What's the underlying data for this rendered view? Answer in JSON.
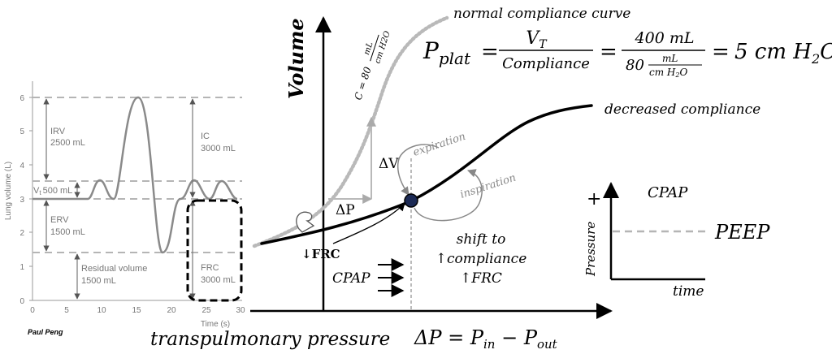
{
  "lung_volumes": {
    "y_axis_label": "Lung volume (L)",
    "x_axis_label": "Time (s)",
    "y_ticks": [
      "0",
      "1",
      "2",
      "3",
      "4",
      "5",
      "6"
    ],
    "x_ticks": [
      "0",
      "5",
      "10",
      "15",
      "20",
      "25",
      "30"
    ],
    "irv": {
      "name": "IRV",
      "value": "2500 mL"
    },
    "vt": {
      "name": "V",
      "sub": "t",
      "value": "500 mL"
    },
    "erv": {
      "name": "ERV",
      "value": "1500 mL"
    },
    "residual": {
      "name": "Residual volume",
      "value": "1500 mL"
    },
    "ic": {
      "name": "IC",
      "value": "3000 mL"
    },
    "frc": {
      "name": "FRC",
      "value": "3000 mL"
    },
    "author": "Paul Peng"
  },
  "compliance": {
    "y_axis_label": "Volume",
    "x_axis_label": "transpulmonary pressure",
    "normal_label": "normal compliance curve",
    "decreased_label": "decreased compliance",
    "slope_label": "C = 80",
    "slope_num": "mL",
    "slope_den": "cm H2O",
    "delta_v": "ΔV",
    "delta_p": "ΔP",
    "expiration": "expiration",
    "inspiration": "inspiration",
    "frc_down": "↓FRC",
    "shift_line1": "shift to",
    "shift_line2": "↑compliance",
    "shift_line3": "↑FRC",
    "cpap_arrows": "CPAP",
    "formula_lhs": "P",
    "formula_lhs_sub": "plat",
    "vt_num": "V",
    "vt_num_sub": "T",
    "compliance_den": "Compliance",
    "val_num": "400 mL",
    "val_den_80": "80",
    "val_den_unit_num": "mL",
    "val_den_unit_den": "cm H",
    "val_den_unit_den_sub": "2",
    "val_den_unit_den_tail": "O",
    "result": "5 cm H",
    "result_sub": "2",
    "result_tail": "O",
    "equals": "=",
    "delta_p_eq_lhs": "ΔP = P",
    "delta_p_eq_in": "in",
    "delta_p_eq_mid": " − P",
    "delta_p_eq_out": "out"
  },
  "cpap_inset": {
    "title": "CPAP",
    "plus": "+",
    "y_label": "Pressure",
    "x_label": "time",
    "peep": "PEEP"
  },
  "colors": {
    "dashed_gray": "#b5b5b5",
    "waveform": "#8a8a8a",
    "normal_curve": "#b9b9b9",
    "ink": "#000000",
    "point_fill": "#1c2a55"
  }
}
